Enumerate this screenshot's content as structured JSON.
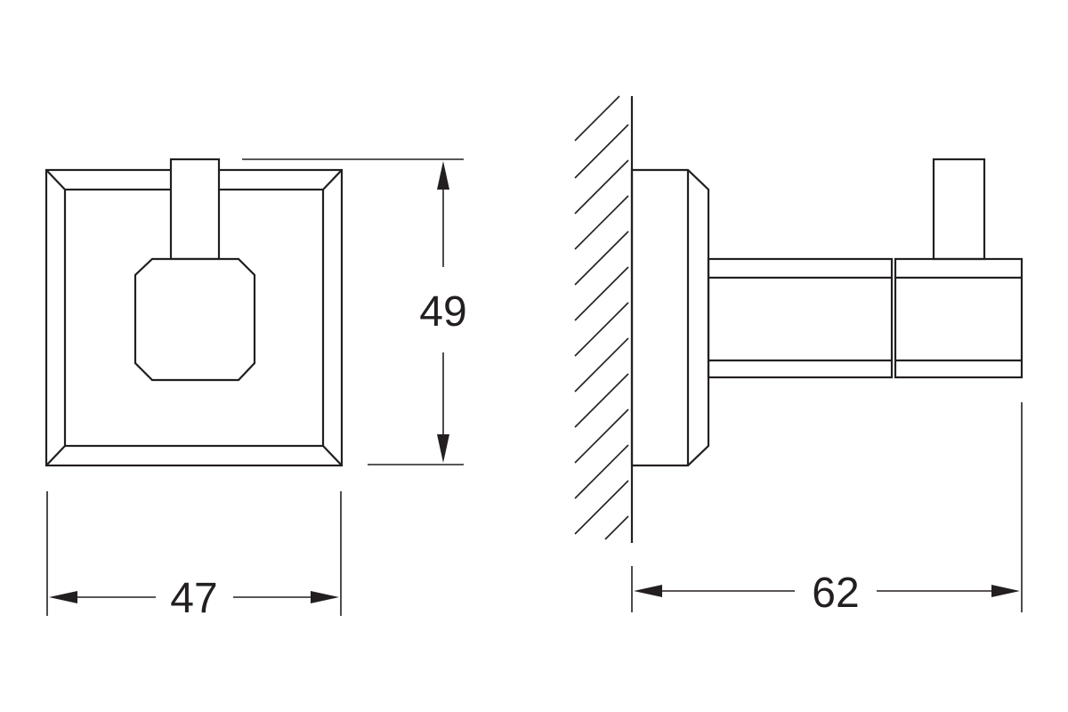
{
  "dimensions": {
    "front_width": "47",
    "front_height": "49",
    "side_depth": "62"
  },
  "colors": {
    "line": "#231f20",
    "background": "#ffffff"
  }
}
